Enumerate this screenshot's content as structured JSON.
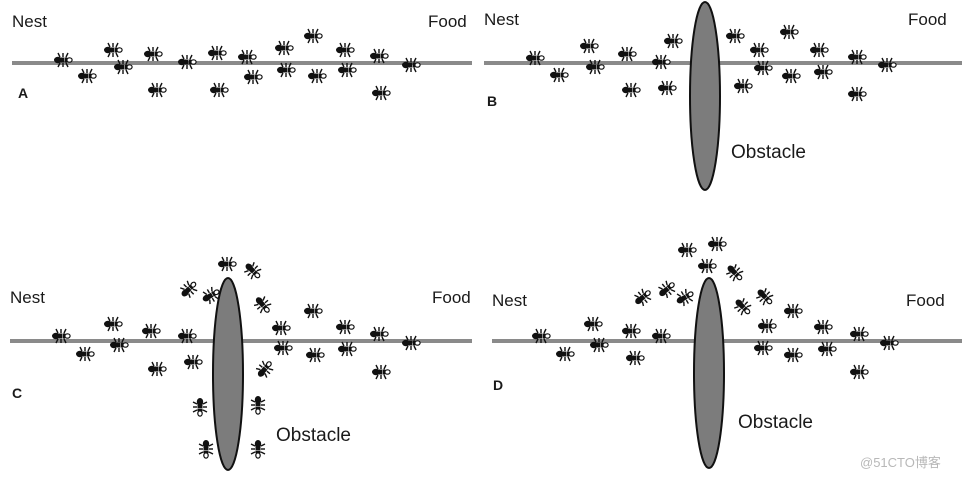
{
  "panels": [
    {
      "letter": "A",
      "nest": "Nest",
      "food": "Food",
      "obstacle": ""
    },
    {
      "letter": "B",
      "nest": "Nest",
      "food": "Food",
      "obstacle": "Obstacle"
    },
    {
      "letter": "C",
      "nest": "Nest",
      "food": "Food",
      "obstacle": "Obstacle"
    },
    {
      "letter": "D",
      "nest": "Nest",
      "food": "Food",
      "obstacle": "Obstacle"
    }
  ],
  "watermark": "@51CTO博客",
  "colors": {
    "path_line": "#8a8a8a",
    "obstacle_fill": "#7c7c7c",
    "ant": "#111111"
  },
  "icons": {
    "ant": "ant-icon"
  }
}
